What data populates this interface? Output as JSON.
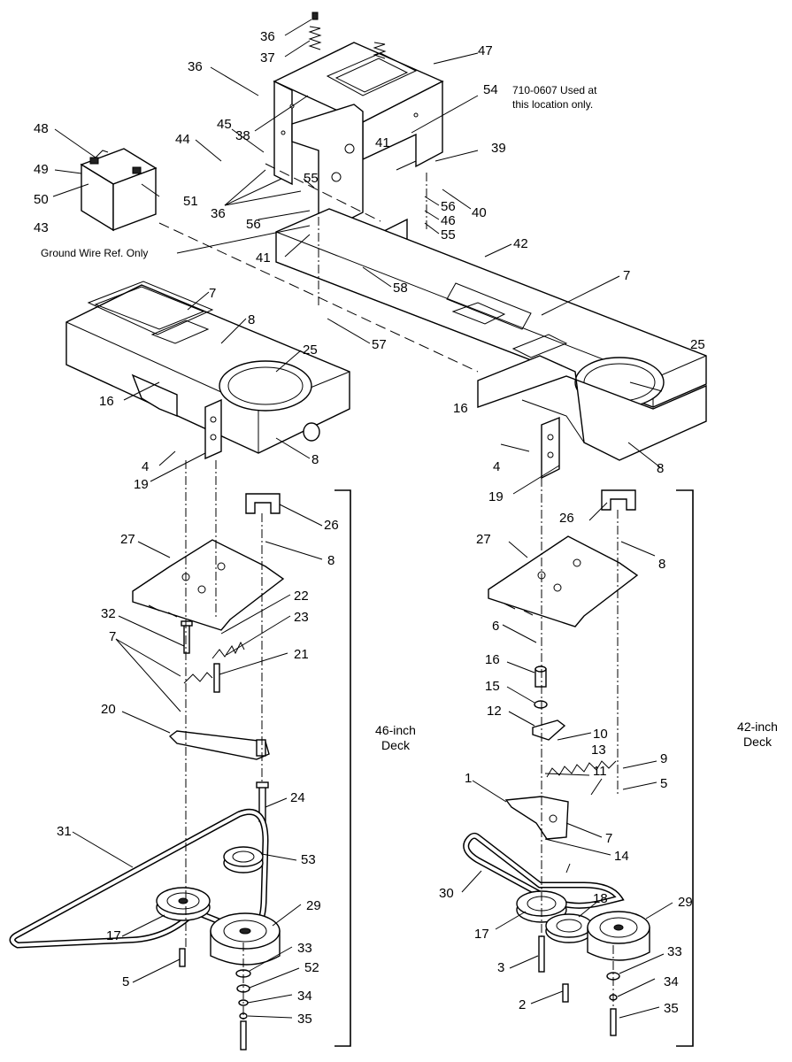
{
  "callouts": {
    "n1": "1",
    "n2": "2",
    "n3": "3",
    "n4": "4",
    "n5": "5",
    "n6": "6",
    "n7": "7",
    "n8": "8",
    "n9": "9",
    "n10": "10",
    "n11": "11",
    "n12": "12",
    "n13": "13",
    "n14": "14",
    "n15": "15",
    "n16": "16",
    "n17": "17",
    "n18": "18",
    "n19": "19",
    "n20": "20",
    "n21": "21",
    "n22": "22",
    "n23": "23",
    "n24": "24",
    "n25": "25",
    "n26": "26",
    "n27": "27",
    "n29": "29",
    "n30": "30",
    "n31": "31",
    "n32": "32",
    "n33": "33",
    "n34": "34",
    "n35": "35",
    "n36": "36",
    "n37": "37",
    "n38": "38",
    "n39": "39",
    "n40": "40",
    "n41": "41",
    "n42": "42",
    "n43": "43",
    "n44": "44",
    "n45": "45",
    "n46": "46",
    "n47": "47",
    "n48": "48",
    "n49": "49",
    "n50": "50",
    "n51": "51",
    "n52": "52",
    "n53": "53",
    "n54": "54",
    "n55": "55",
    "n56": "56",
    "n57": "57",
    "n58": "58"
  },
  "notes": {
    "used_at_line1": "710-0607 Used at",
    "used_at_line2": "this location only.",
    "ground_wire": "Ground Wire Ref. Only"
  },
  "deck_labels": {
    "deck46_line1": "46-inch",
    "deck46_line2": "Deck",
    "deck42_line1": "42-inch",
    "deck42_line2": "Deck"
  }
}
